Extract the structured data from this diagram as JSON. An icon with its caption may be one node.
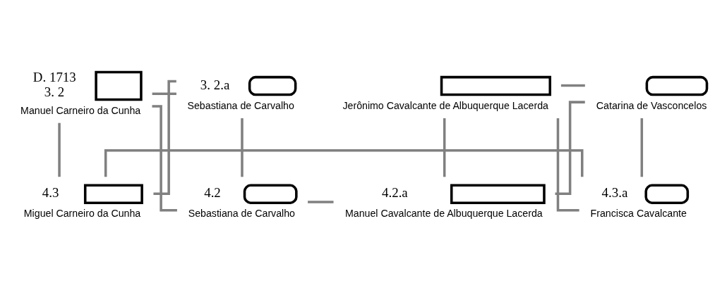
{
  "diagram": {
    "nodes": [
      {
        "text": [
          "Manuel Carneiro da Cunha"
        ],
        "beside": [
          "D. 1713",
          "3. 2"
        ]
      },
      {
        "text": [
          "Sebastiana de Carvalho"
        ],
        "beside": [
          "3. 2.a"
        ]
      },
      {
        "text": [
          "Jerônimo Cavalcante de Albuquerque Lacerda"
        ]
      },
      {
        "text": [
          "Catarina de Vasconcelos"
        ]
      },
      {
        "text": [
          "Sebastiana de Carvalho"
        ],
        "beside": [
          "4.2"
        ]
      },
      {
        "text": [
          "Miguel Carneiro da Cunha"
        ],
        "beside": [
          "4.3"
        ]
      },
      {
        "text": [
          "Manuel Cavalcante de Albuquerque Lacerda"
        ],
        "beside": [
          "4.2.a"
        ]
      },
      {
        "text": [
          "Francisca Cavalcante"
        ],
        "beside": [
          "4.3.a"
        ]
      }
    ],
    "edges": [
      {
        "from": 0,
        "to": 1,
        "arrow": "none"
      },
      {
        "from": 0,
        "to": 4,
        "arrow": "none"
      },
      {
        "from": 1,
        "to": 4,
        "arrow": "none"
      },
      {
        "from": 0,
        "to": 5,
        "arrow": "none"
      },
      {
        "from": 1,
        "to": 5,
        "arrow": "none"
      },
      {
        "from": 2,
        "to": 3,
        "arrow": "none"
      },
      {
        "from": 2,
        "to": 6,
        "arrow": "none"
      },
      {
        "from": 3,
        "to": 6,
        "arrow": "none"
      },
      {
        "from": 2,
        "to": 7,
        "arrow": "none"
      },
      {
        "from": 3,
        "to": 7,
        "arrow": "none"
      },
      {
        "from": 4,
        "to": 6,
        "arrow": "none"
      },
      {
        "from": 5,
        "to": 7,
        "arrow": "none"
      }
    ]
  }
}
